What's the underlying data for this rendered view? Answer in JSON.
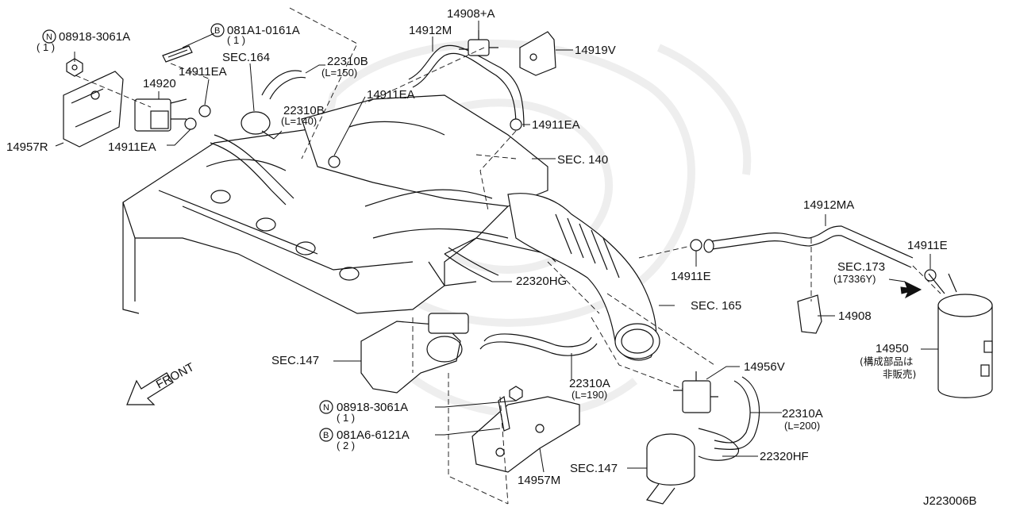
{
  "diagram_id": "J223006B",
  "front_label": "FRONT",
  "callouts": {
    "c_08918_top": {
      "prefix": "N",
      "code": "08918-3061A",
      "qty": "( 1 )"
    },
    "c_081a1": {
      "prefix": "B",
      "code": "081A1-0161A",
      "qty": "( 1 )"
    },
    "c_14908a": "14908+A",
    "c_14912m": "14912M",
    "c_14919v": "14919V",
    "c_sec164": "SEC.164",
    "c_22310b_150": {
      "code": "22310B",
      "len": "(L=150)"
    },
    "c_14920": "14920",
    "c_14911ea_1": "14911EA",
    "c_14911ea_2": "14911EA",
    "c_14911ea_3": "14911EA",
    "c_14911ea_4": "14911EA",
    "c_22310b_140": {
      "code": "22310B",
      "len": "(L=140)"
    },
    "c_14957r": "14957R",
    "c_sec140": "SEC. 140",
    "c_14912ma": "14912MA",
    "c_14911e_1": "14911E",
    "c_14911e_2": "14911E",
    "c_sec173": {
      "code": "SEC.173",
      "sub": "(17336Y)"
    },
    "c_22320hg": "22320HG",
    "c_sec165": "SEC. 165",
    "c_14908": "14908",
    "c_14950": {
      "code": "14950",
      "note1": "(構成部品は",
      "note2": "非販売)"
    },
    "c_sec147_left": "SEC.147",
    "c_14956v": "14956V",
    "c_22310a_190": {
      "code": "22310A",
      "len": "(L=190)"
    },
    "c_08918_bottom": {
      "prefix": "N",
      "code": "08918-3061A",
      "qty": "( 1 )"
    },
    "c_081a6": {
      "prefix": "B",
      "code": "081A6-6121A",
      "qty": "( 2 )"
    },
    "c_22310a_200": {
      "code": "22310A",
      "len": "(L=200)"
    },
    "c_22320hf": "22320HF",
    "c_sec147_bottom": "SEC.147",
    "c_14957m": "14957M"
  }
}
